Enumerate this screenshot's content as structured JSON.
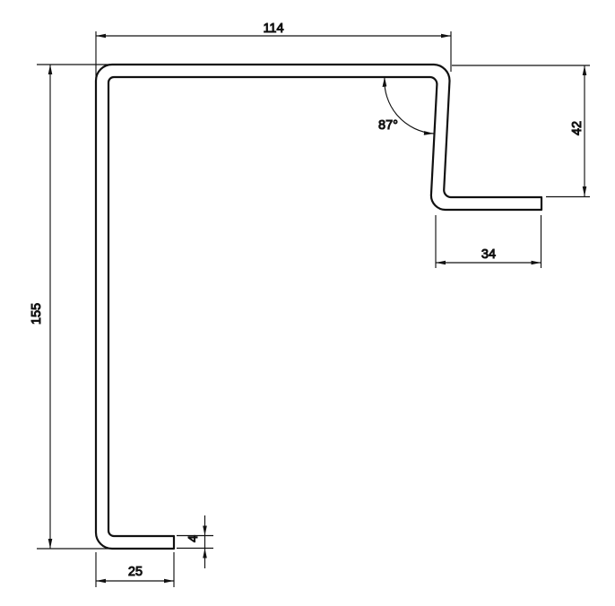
{
  "drawing": {
    "type": "sheet-metal-profile-cross-section",
    "background_color": "#ffffff",
    "line_color": "#111111",
    "labels": {
      "top_width": "114",
      "left_height": "155",
      "right_height": "42",
      "right_flange_width": "34",
      "bottom_flange_width": "25",
      "material_thickness": "4",
      "bend_angle": "87°"
    }
  }
}
